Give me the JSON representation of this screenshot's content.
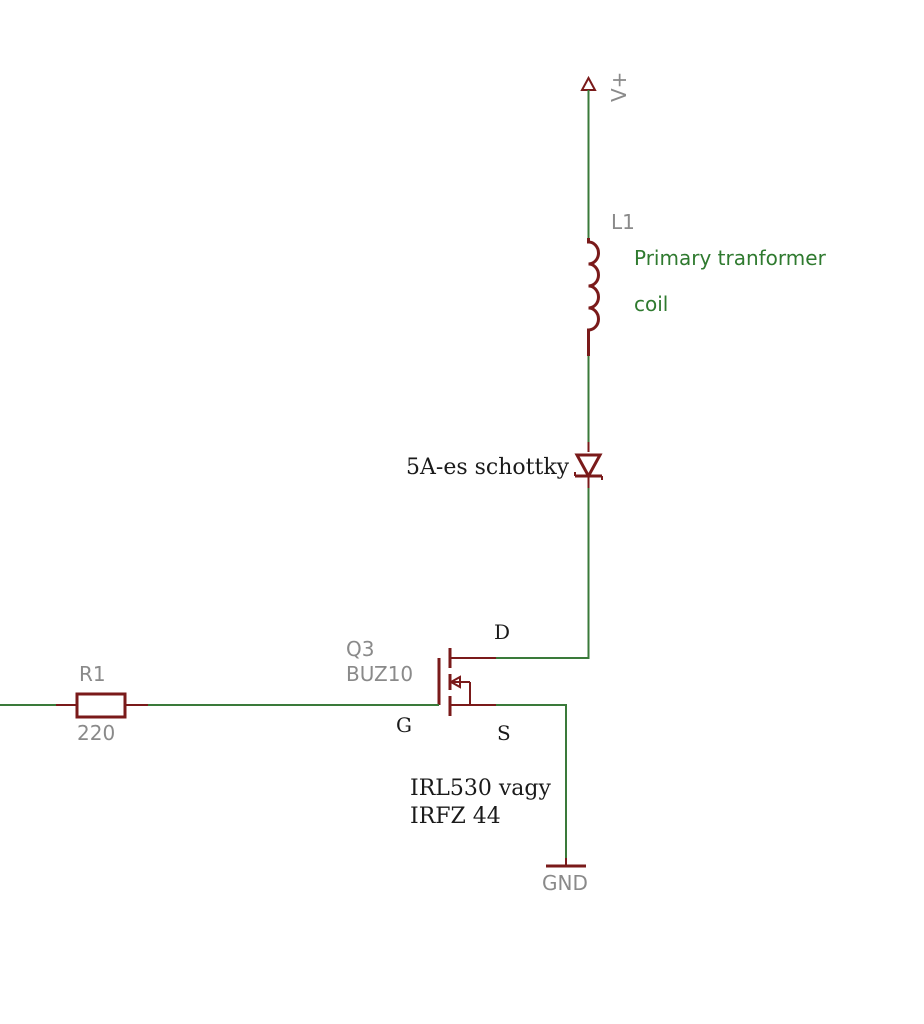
{
  "supply": {
    "label": "V+"
  },
  "inductor": {
    "ref": "L1",
    "note_line1": "Primary tranformer",
    "note_line2": "coil"
  },
  "diode": {
    "note": "5A-es schottky"
  },
  "mosfet": {
    "ref": "Q3",
    "value": "BUZ10",
    "pin_d": "D",
    "pin_g": "G",
    "pin_s": "S",
    "note_line1": "IRL530 vagy",
    "note_line2": "IRFZ 44"
  },
  "resistor": {
    "ref": "R1",
    "value": "220"
  },
  "ground": {
    "label": "GND"
  },
  "colors": {
    "wire": "#3a7a3a",
    "part": "#7a1a1a",
    "label": "#8a8a8a",
    "note": "#2f7a2f"
  }
}
